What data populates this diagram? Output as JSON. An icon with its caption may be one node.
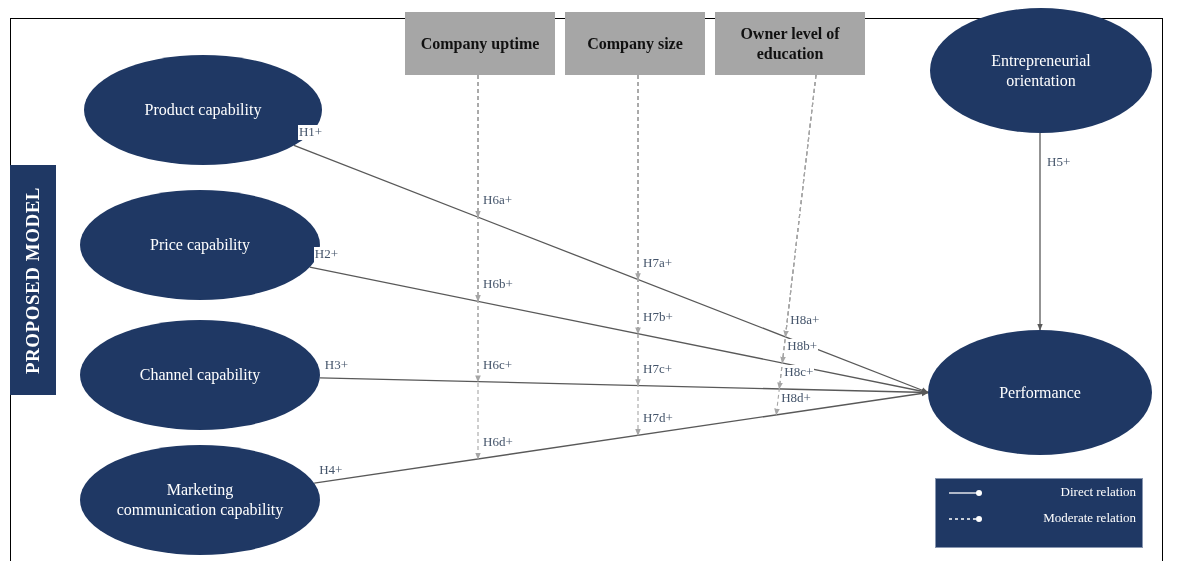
{
  "diagram": {
    "nodes": [
      {
        "text": [
          "PROPOSED MODEL"
        ]
      },
      {
        "text": [
          "Product capability"
        ]
      },
      {
        "text": [
          "Price capability"
        ]
      },
      {
        "text": [
          "Channel capability"
        ]
      },
      {
        "text": [
          "Marketing communication capability"
        ]
      },
      {
        "text": [
          "Company uptime"
        ]
      },
      {
        "text": [
          "Company size"
        ]
      },
      {
        "text": [
          "Owner level of education"
        ]
      },
      {
        "text": [
          "Entrepreneurial orientation"
        ]
      },
      {
        "text": [
          "Performance"
        ]
      }
    ],
    "edges": [
      {
        "from": 1,
        "to": 9,
        "arrow": "to",
        "label": "H1+"
      },
      {
        "from": 2,
        "to": 9,
        "arrow": "to",
        "label": "H2+"
      },
      {
        "from": 3,
        "to": 9,
        "arrow": "to",
        "label": "H3+"
      },
      {
        "from": 4,
        "to": 9,
        "arrow": "to",
        "label": "H4+"
      },
      {
        "from": 8,
        "to": 9,
        "arrow": "to",
        "label": "H5+"
      },
      {
        "from": 5,
        "to": null,
        "arrow": "to",
        "label": "H6a+",
        "style": "dashed",
        "color": "#a6a6a6"
      },
      {
        "from": 5,
        "to": null,
        "arrow": "to",
        "label": "H6b+",
        "style": "dashed",
        "color": "#a6a6a6"
      },
      {
        "from": 5,
        "to": null,
        "arrow": "to",
        "label": "H6c+",
        "style": "dashed",
        "color": "#a6a6a6"
      },
      {
        "from": 5,
        "to": null,
        "arrow": "to",
        "label": "H6d+",
        "style": "dashed",
        "color": "#a6a6a6"
      },
      {
        "from": 6,
        "to": null,
        "arrow": "to",
        "label": "H7a+",
        "style": "dashed",
        "color": "#a6a6a6"
      },
      {
        "from": 6,
        "to": null,
        "arrow": "to",
        "label": "H7b+",
        "style": "dashed",
        "color": "#a6a6a6"
      },
      {
        "from": 6,
        "to": null,
        "arrow": "to",
        "label": "H7c+",
        "style": "dashed",
        "color": "#a6a6a6"
      },
      {
        "from": 6,
        "to": null,
        "arrow": "to",
        "label": "H7d+",
        "style": "dashed",
        "color": "#a6a6a6"
      },
      {
        "from": 7,
        "to": null,
        "arrow": "to",
        "label": "H8a+",
        "style": "dashed",
        "color": "#a6a6a6"
      },
      {
        "from": 7,
        "to": null,
        "arrow": "to",
        "label": "H8b+",
        "style": "dashed",
        "color": "#a6a6a6"
      },
      {
        "from": 7,
        "to": null,
        "arrow": "to",
        "label": "H8c+",
        "style": "dashed",
        "color": "#a6a6a6"
      },
      {
        "from": 7,
        "to": null,
        "arrow": "to",
        "label": "H8d+",
        "style": "dashed",
        "color": "#a6a6a6"
      }
    ],
    "legend": [
      {
        "text": "Direct relation"
      },
      {
        "text": "Moderate relation"
      }
    ]
  }
}
